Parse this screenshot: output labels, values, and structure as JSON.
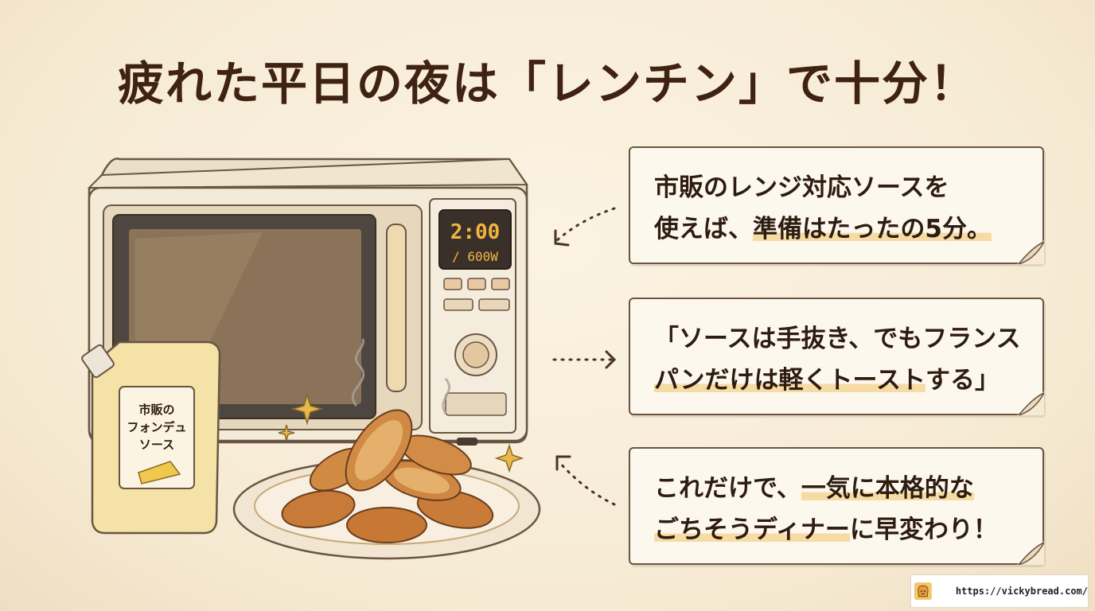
{
  "title": "疲れた平日の夜は「レンチン」で十分！",
  "microwave": {
    "timer": "2:00",
    "power": "/ 600W"
  },
  "pouch": {
    "label_line1": "市販の",
    "label_line2": "フォンデュ",
    "label_line3": "ソース"
  },
  "cards": [
    {
      "line1_parts": [
        "市販のレンジ対応ソースを"
      ],
      "line2_pre": "使えば、",
      "line2_hl": "準備はたったの5分。",
      "line2_post": ""
    },
    {
      "line1_pre": "「ソースは手抜き、",
      "line1_hl": "でもフランス",
      "line2_hl": "パンだけは軽くトースト",
      "line2_post": "する」"
    },
    {
      "line1_pre": "これだけで、",
      "line1_hl": "一気に本格的な",
      "line2_hl": "ごちそうディナー",
      "line2_post": "に早変わり！"
    }
  ],
  "credit": {
    "url": "https://vickybread.com/"
  },
  "colors": {
    "background": "#f6ead3",
    "title": "#3f2212",
    "highlight": "#f6dca4",
    "display_text": "#f2b441"
  }
}
